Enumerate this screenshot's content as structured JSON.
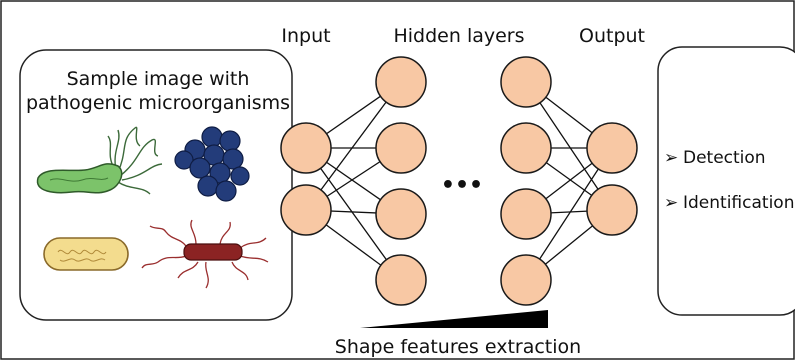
{
  "sample_box": {
    "line1": "Sample image with",
    "line2": "pathogenic microorganisms"
  },
  "layers": {
    "input": "Input",
    "hidden": "Hidden layers",
    "output": "Output",
    "ellipsis": "•••"
  },
  "outputs": {
    "arrow": "➢",
    "item1": "Detection",
    "item2": "Identification"
  },
  "extraction_label": "Shape features extraction",
  "colors": {
    "node_fill": "#f8c8a4",
    "node_stroke": "#1a1a1a",
    "helicobacter": "#7cc36a",
    "coccus": "#233c7a",
    "bacillus": "#f3dc8e",
    "flagellate": "#8b2323"
  }
}
